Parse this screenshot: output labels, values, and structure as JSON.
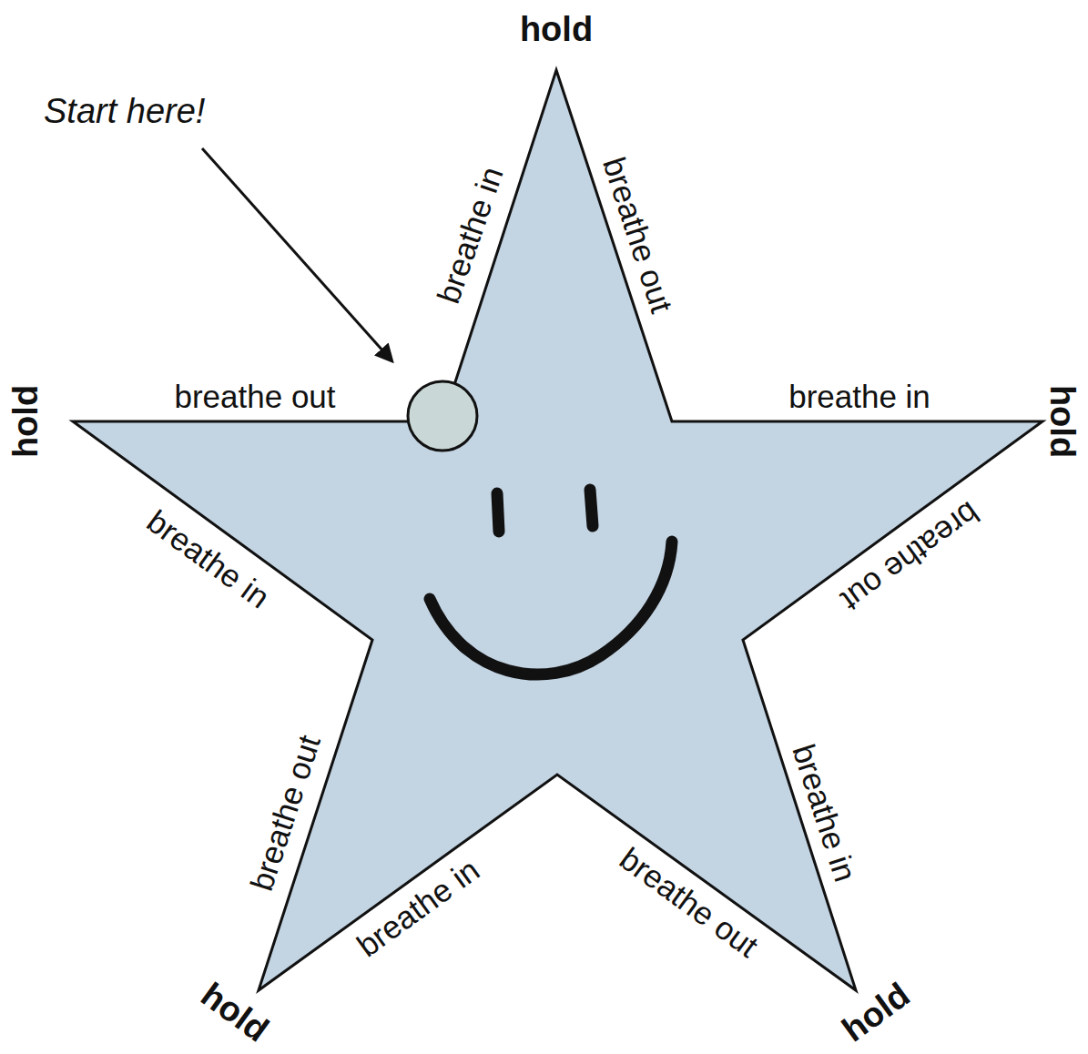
{
  "diagram": {
    "labels": [
      "Start here!",
      "hold",
      "breathe in",
      "breathe out",
      "breathe in",
      "hold",
      "breathe out",
      "breathe in",
      "hold",
      "breathe out",
      "breathe in",
      "hold",
      "breathe out",
      "breathe in",
      "hold",
      "breathe out"
    ]
  }
}
